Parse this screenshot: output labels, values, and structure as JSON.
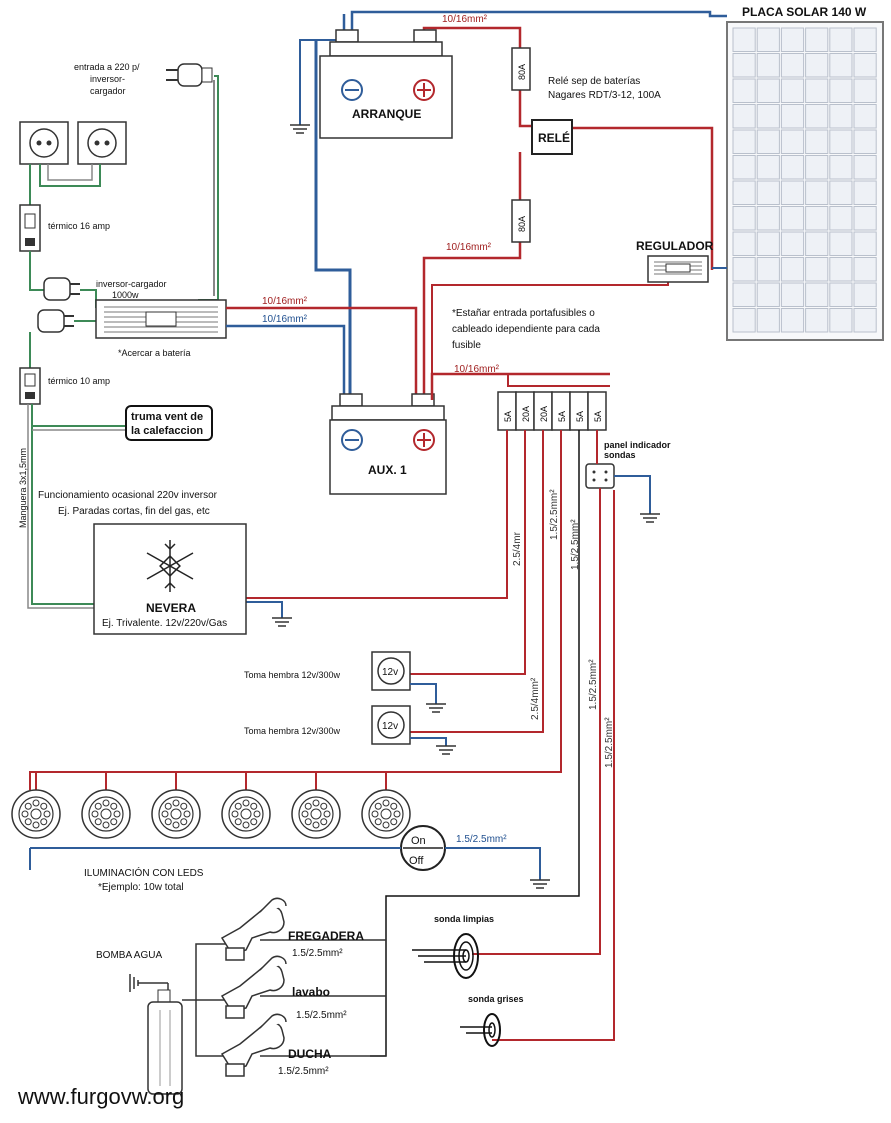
{
  "diagram": {
    "solar_panel": "PLACA SOLAR 140 W",
    "relay_note_1": "Relé sep de baterías",
    "relay_note_2": "Nagares RDT/3-12, 100A",
    "relay": "RELÉ",
    "regulator": "REGULADOR",
    "battery_start": "ARRANQUE",
    "battery_aux": "AUX. 1",
    "fuse_80a": "80A",
    "wire_10_16": "10/16mm²",
    "input_220_1": "entrada a 220 p/",
    "input_220_2": "inversor-",
    "input_220_3": "cargador",
    "thermal_16": "térmico 16 amp",
    "inverter_1": "inversor-cargador",
    "inverter_2": "1000w",
    "inverter_note": "*Acercar a batería",
    "thermal_10": "térmico 10 amp",
    "hose": "Manguera 3x1,5mm",
    "truma_1": "truma vent de",
    "truma_2": "la calefaccion",
    "tin_note_1": "*Estañar entrada portafusibles o",
    "tin_note_2": "cableado idependiente para cada",
    "tin_note_3": "fusible",
    "fuses": [
      "5A",
      "20A",
      "20A",
      "5A",
      "5A",
      "5A"
    ],
    "probe_panel_1": "panel indicador",
    "probe_panel_2": "sondas",
    "occasional_1": "Funcionamiento ocasional 220v inversor",
    "occasional_2": "Ej. Paradas cortas, fin del gas, etc",
    "fridge": "NEVERA",
    "fridge_sub": "Ej. Trivalente. 12v/220v/Gas",
    "wire_2_5_4_a": "2.5/4mr",
    "wire_2_5_4_b": "2.5/4mm²",
    "wire_1_5_2_5": "1.5/2.5mm²",
    "socket_label": "Toma hembra 12v/300w",
    "socket_face": "12v",
    "switch_on": "On",
    "switch_off": "Off",
    "leds_1": "ILUMINACIÓN CON LEDS",
    "leds_2": "*Ejemplo:  10w total",
    "pump": "BOMBA AGUA",
    "sink": "FREGADERA",
    "basin": "lavabo",
    "shower": "DUCHA",
    "probe_clean": "sonda limpias",
    "probe_grey": "sonda grises",
    "watermark": "www.furgovw.org"
  }
}
